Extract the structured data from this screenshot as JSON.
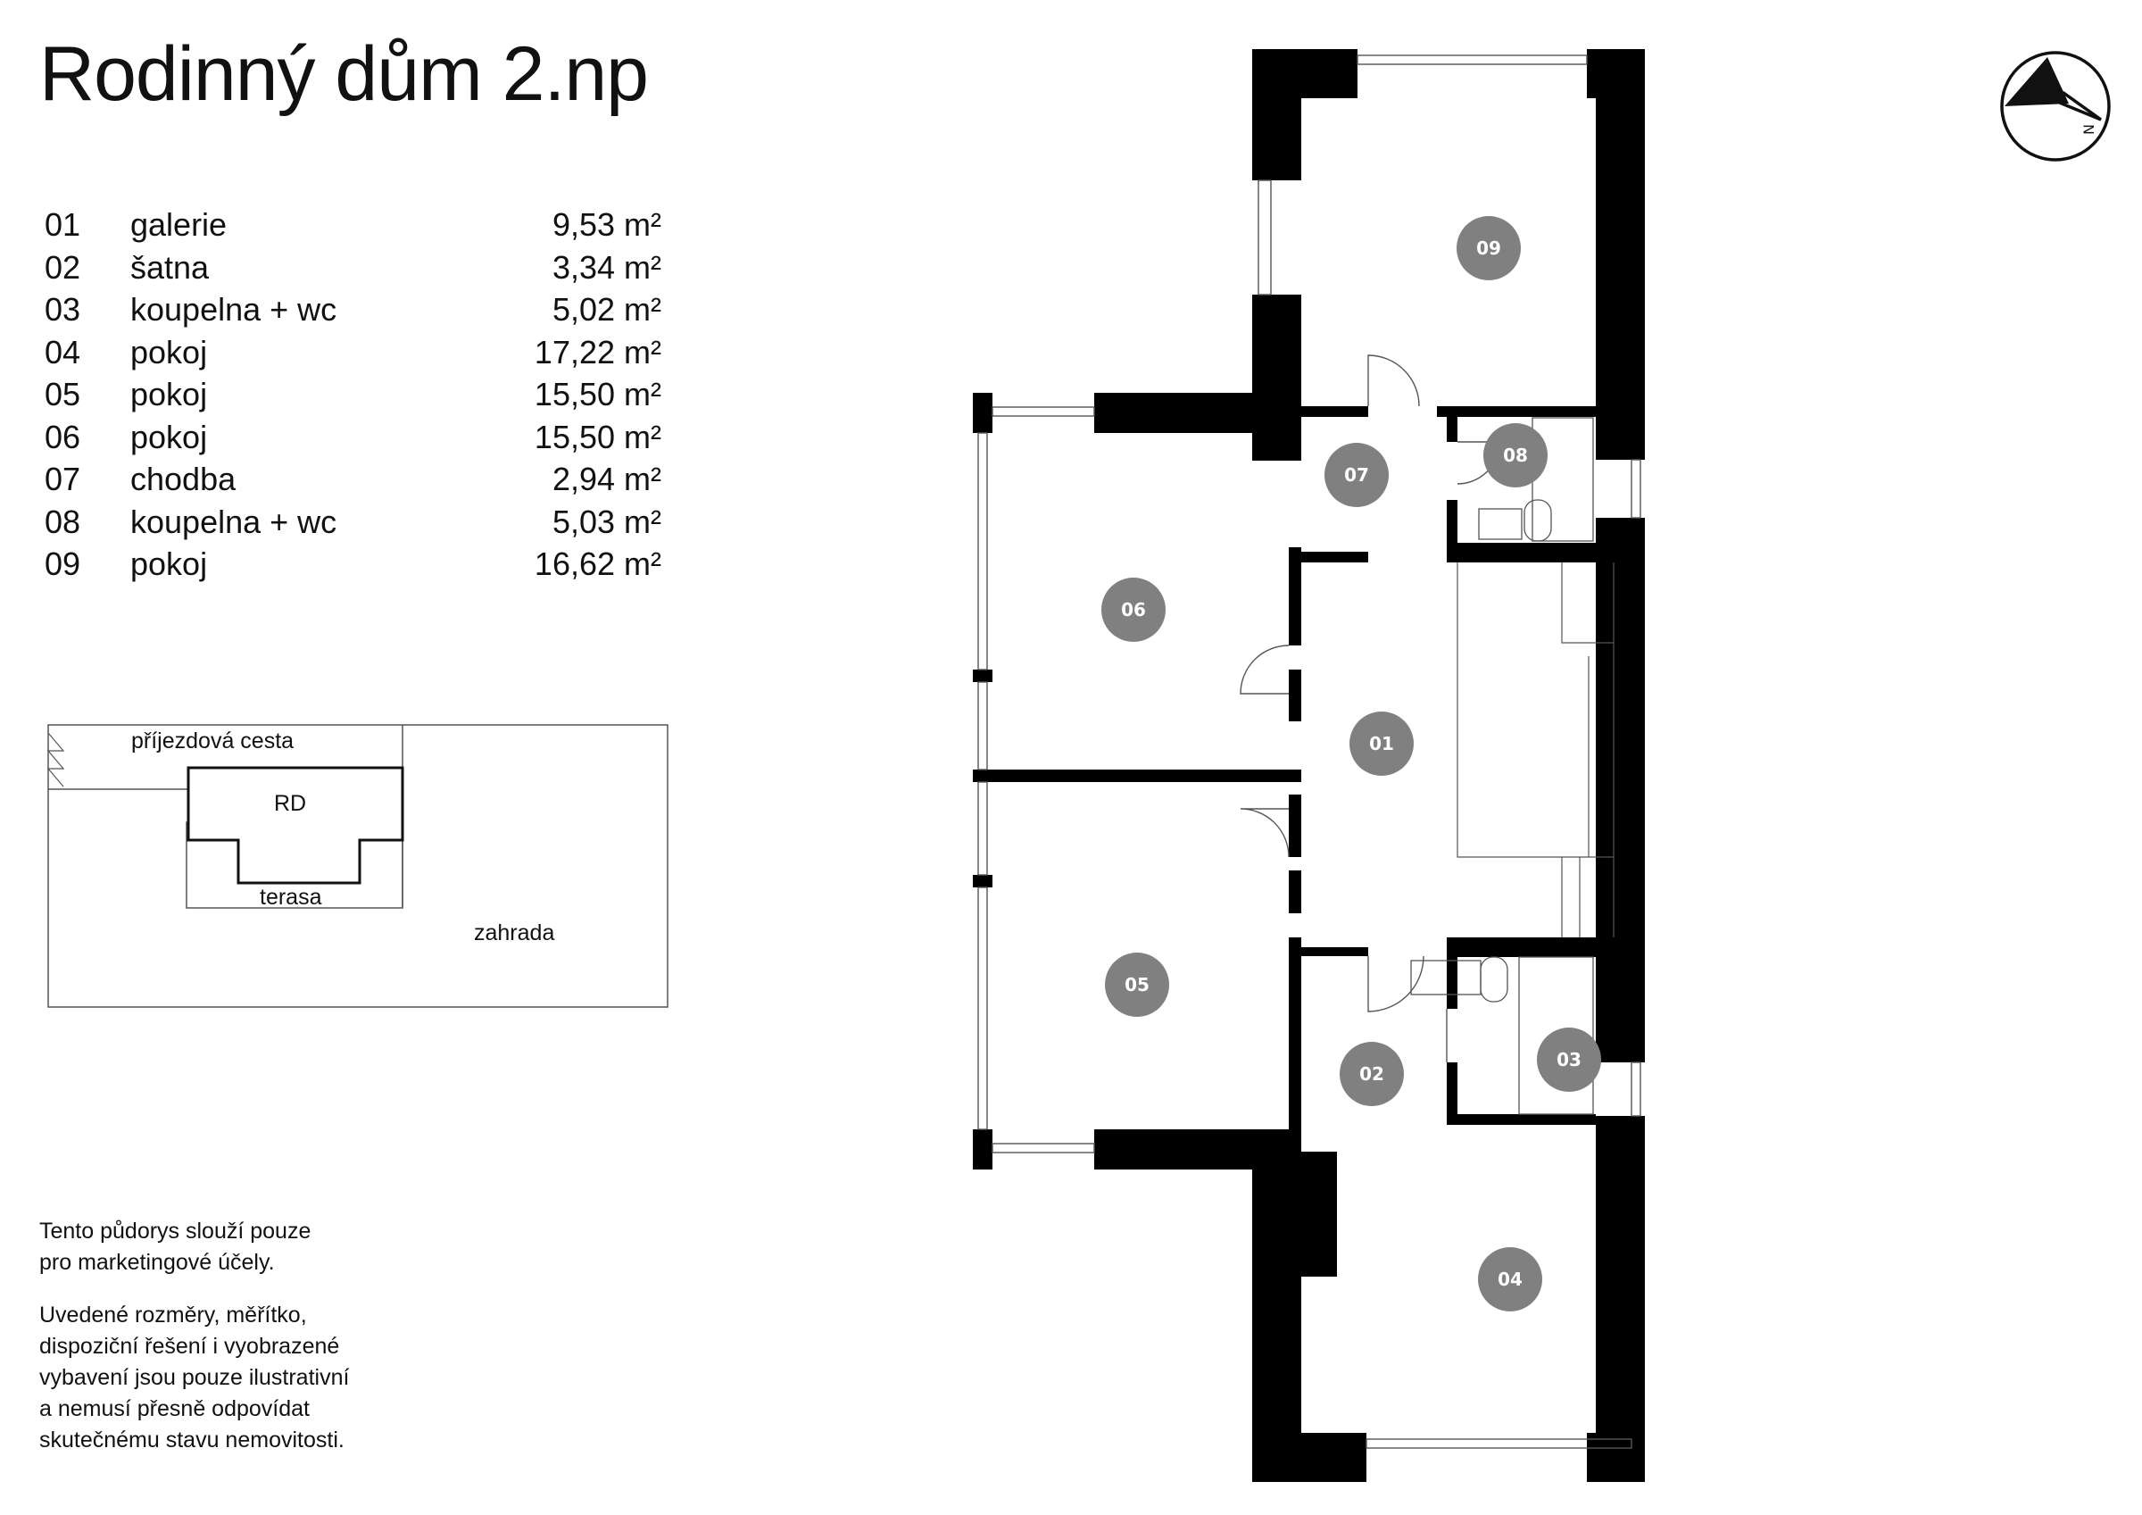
{
  "title": "Rodinný dům 2.np",
  "rooms": [
    {
      "num": "01",
      "name": "galerie",
      "area": "9,53 m²"
    },
    {
      "num": "02",
      "name": "šatna",
      "area": "3,34 m²"
    },
    {
      "num": "03",
      "name": "koupelna + wc",
      "area": "5,02 m²"
    },
    {
      "num": "04",
      "name": "pokoj",
      "area": "17,22 m²"
    },
    {
      "num": "05",
      "name": "pokoj",
      "area": "15,50 m²"
    },
    {
      "num": "06",
      "name": "pokoj",
      "area": "15,50 m²"
    },
    {
      "num": "07",
      "name": "chodba",
      "area": "2,94 m²"
    },
    {
      "num": "08",
      "name": "koupelna + wc",
      "area": "5,03 m²"
    },
    {
      "num": "09",
      "name": "pokoj",
      "area": "16,62 m²"
    }
  ],
  "site_plan": {
    "road": "příjezdová cesta",
    "house": "RD",
    "terrace": "terasa",
    "garden": "zahrada"
  },
  "disclaimer": {
    "p1": "Tento půdorys slouží pouze\npro marketingové účely.",
    "p2": "Uvedené rozměry, měřítko,\ndispoziční řešení i vyobrazené\nvybavení jsou pouze ilustrativní\na nemusí přesně odpovídat\nskutečnému stavu nemovitosti."
  },
  "plan_tags": [
    "09",
    "07",
    "08",
    "06",
    "01",
    "05",
    "02",
    "03",
    "04"
  ],
  "colors": {
    "wall": "#000000",
    "tag": "#808080",
    "tag_text": "#ffffff",
    "line": "#555555"
  },
  "icons": {
    "compass": "north-arrow-icon"
  }
}
